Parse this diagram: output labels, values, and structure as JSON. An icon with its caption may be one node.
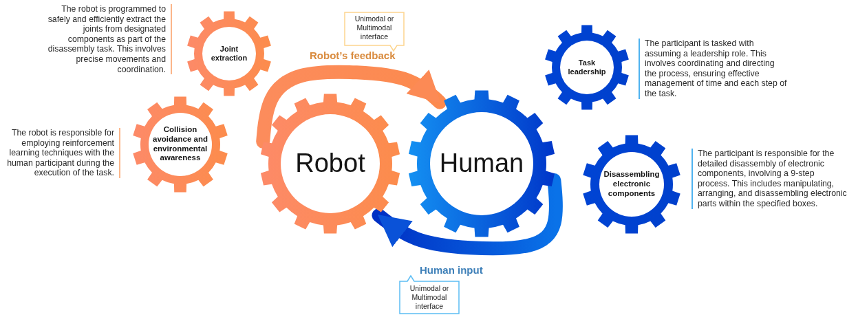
{
  "diagram": {
    "nodes": [
      {
        "text": [
          "Joint extraction"
        ],
        "beside": [
          "The robot is programmed to safely and efficiently extract the joints from designated components as part of the disassembly task. This involves precise movements and coordination."
        ]
      },
      {
        "text": [
          "Collision avoidance and environmental awareness"
        ],
        "beside": [
          "The robot is responsible for employing reinforcement learning techniques with the human participant during the execution of the task."
        ]
      },
      {
        "text": [
          "Robot"
        ]
      },
      {
        "text": [
          "Human"
        ]
      },
      {
        "text": [
          "Task leadership"
        ],
        "beside": [
          "The participant is tasked with assuming a leadership role. This involves coordinating and directing the process, ensuring effective management of time and each step of the task."
        ]
      },
      {
        "text": [
          "Disassembling electronic components"
        ],
        "beside": [
          "The participant is responsible for the detailed disassembly of electronic components, involving a 9-step process. This includes manipulating, arranging, and disassembling electronic parts within the specified boxes."
        ]
      },
      {
        "text": [
          "Unimodal or Multimodal interface"
        ]
      },
      {
        "text": [
          "Unimodal or Multimodal interface"
        ]
      }
    ],
    "edges": [
      {
        "from": 2,
        "to": 3,
        "arrow": "to",
        "label": "Robot’s feedback",
        "style": "thick",
        "color": "#fc8a55"
      },
      {
        "from": 3,
        "to": 2,
        "arrow": "to",
        "label": "Human input",
        "style": "thick",
        "color": "#0a52d8"
      }
    ]
  }
}
